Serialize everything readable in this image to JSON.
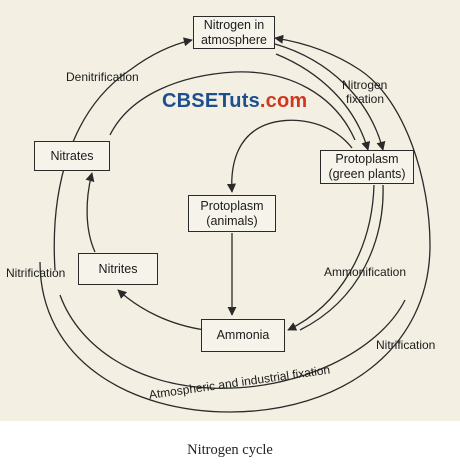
{
  "nodes": {
    "atmosphere": [
      "Nitrogen in",
      "atmosphere"
    ],
    "nitrates": [
      "Nitrates"
    ],
    "protoplasm_plants": [
      "Protoplasm",
      "(green plants)"
    ],
    "protoplasm_animals": [
      "Protoplasm",
      "(animals)"
    ],
    "nitrites": [
      "Nitrites"
    ],
    "ammonia": [
      "Ammonia"
    ]
  },
  "labels": {
    "denitrification": "Denitrification",
    "nitrogen_fixation": [
      "Nitrogen",
      "fixation"
    ],
    "nitrification_left": "Nitrification",
    "ammonification": "Ammonification",
    "nitrification_right": "Nitrification",
    "atmospheric_fixation": "Atmospheric and industrial fixation"
  },
  "watermark": {
    "part1": "CBSE",
    "part2": "Tuts",
    "part3": ".com"
  },
  "caption": "Nitrogen cycle",
  "colors": {
    "background": "#f3f0e3",
    "line": "#2a2a2a",
    "watermark_blue": "#1d4f8f",
    "watermark_red": "#d4361c"
  }
}
